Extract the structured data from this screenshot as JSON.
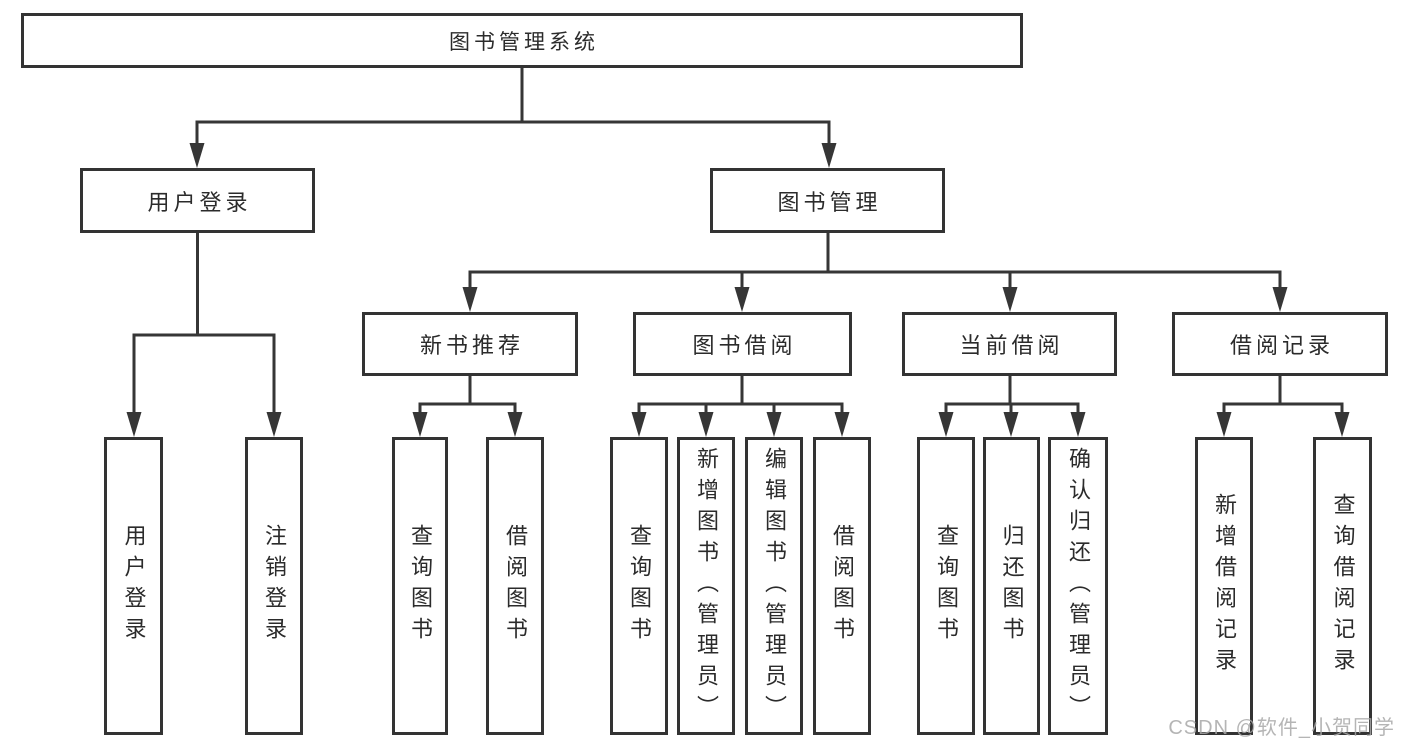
{
  "tree": {
    "label": "图书管理系统",
    "children": [
      {
        "label": "用户登录",
        "children": [
          {
            "label": "用户登录"
          },
          {
            "label": "注销登录"
          }
        ]
      },
      {
        "label": "图书管理",
        "children": [
          {
            "label": "新书推荐",
            "children": [
              {
                "label": "查询图书"
              },
              {
                "label": "借阅图书"
              }
            ]
          },
          {
            "label": "图书借阅",
            "children": [
              {
                "label": "查询图书"
              },
              {
                "label": "新增图书（管理员）"
              },
              {
                "label": "编辑图书（管理员）"
              },
              {
                "label": "借阅图书"
              }
            ]
          },
          {
            "label": "当前借阅",
            "children": [
              {
                "label": "查询图书"
              },
              {
                "label": "归还图书"
              },
              {
                "label": "确认归还（管理员）"
              }
            ]
          },
          {
            "label": "借阅记录",
            "children": [
              {
                "label": "新增借阅记录"
              },
              {
                "label": "查询借阅记录"
              }
            ]
          }
        ]
      }
    ]
  },
  "watermark": {
    "text": "CSDN @软件_小贺同学",
    "color": "#a8a8a8"
  },
  "colors": {
    "line": "#363636",
    "box_border": "#333333",
    "text": "#2b2b2b",
    "background": "#ffffff"
  }
}
